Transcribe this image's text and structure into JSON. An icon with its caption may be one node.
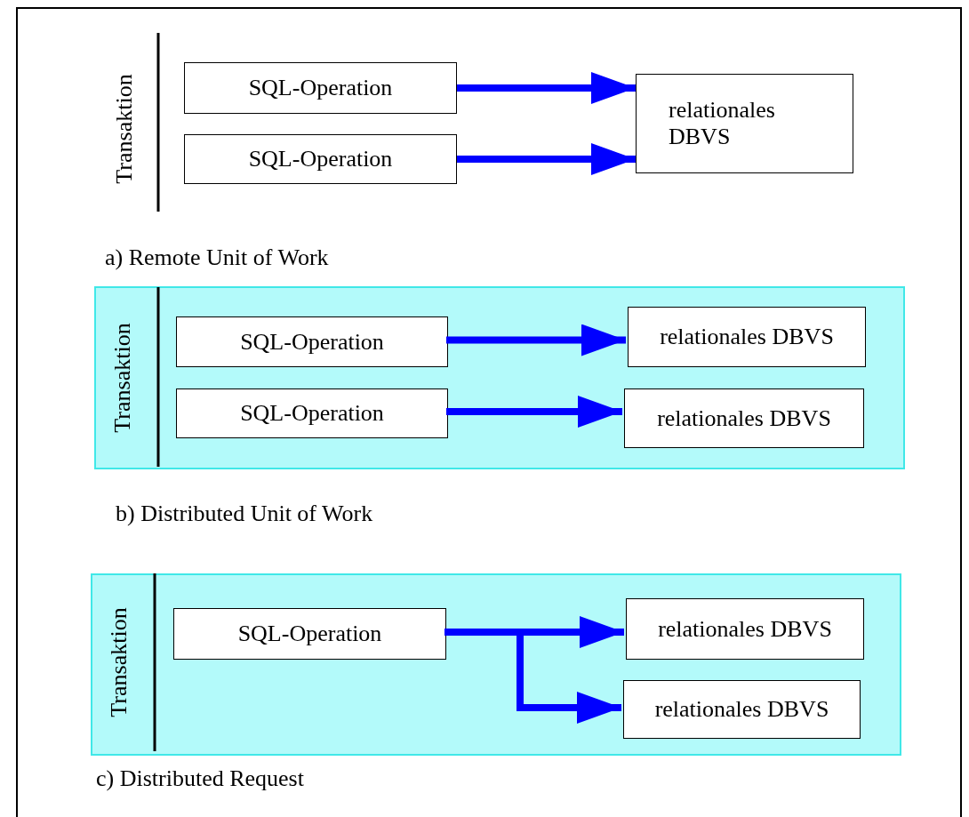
{
  "diagram": {
    "nodes": [
      {
        "text": [
          "SQL-Operation"
        ]
      },
      {
        "text": [
          "SQL-Operation"
        ]
      },
      {
        "text": [
          "relationales DBVS"
        ]
      },
      {
        "text": [],
        "shape": "box"
      },
      {
        "text": [
          "SQL-Operation"
        ],
        "in": 3
      },
      {
        "text": [
          "SQL-Operation"
        ],
        "in": 3
      },
      {
        "text": [
          "relationales DBVS"
        ],
        "in": 3
      },
      {
        "text": [
          "relationales DBVS"
        ],
        "in": 3
      },
      {
        "text": [],
        "shape": "box"
      },
      {
        "text": [
          "SQL-Operation"
        ],
        "in": 8
      },
      {
        "text": [
          "relationales DBVS"
        ],
        "in": 8
      },
      {
        "text": [
          "relationales DBVS"
        ],
        "in": 8
      }
    ],
    "edges": [
      {
        "from": 0,
        "to": 2,
        "arrow": "to"
      },
      {
        "from": 1,
        "to": 2,
        "arrow": "to"
      },
      {
        "from": 4,
        "to": 6,
        "arrow": "to"
      },
      {
        "from": 5,
        "to": 7,
        "arrow": "to"
      },
      {
        "from": 9,
        "to": 10,
        "arrow": "to"
      },
      {
        "from": 9,
        "to": 11,
        "arrow": "to"
      }
    ],
    "labels": [
      "Transaktion",
      "a) Remote Unit of Work",
      "Transaktion",
      "b) Distributed Unit of Work",
      "Transaktion",
      "c) Distributed Request"
    ]
  }
}
